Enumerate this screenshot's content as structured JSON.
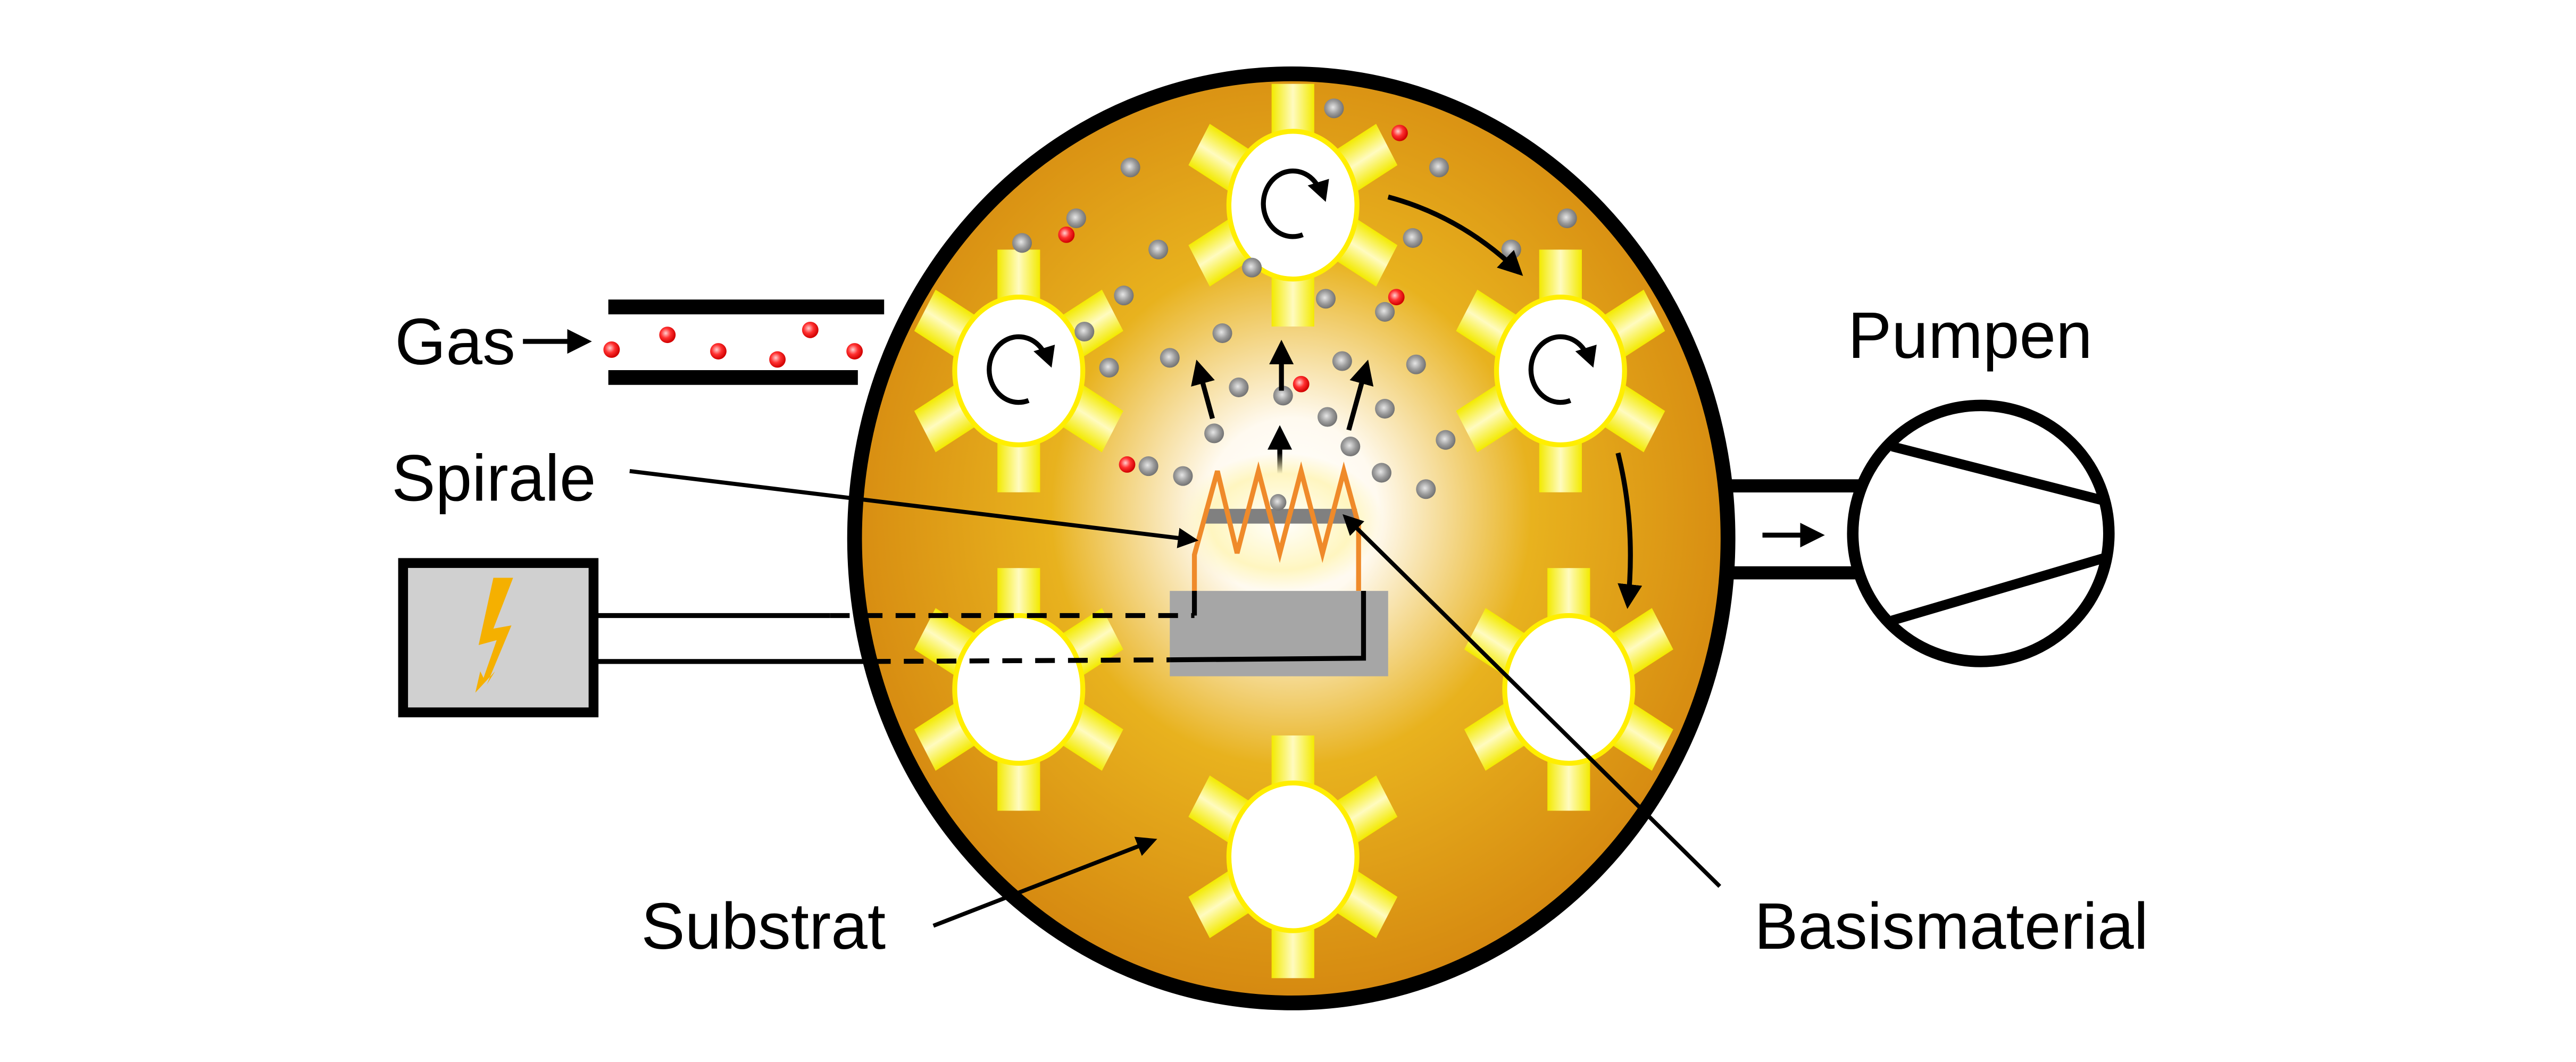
{
  "labels": {
    "gas": "Gas",
    "pumpen": "Pumpen",
    "spirale": "Spirale",
    "substrat": "Substrat",
    "basismaterial": "Basismaterial"
  },
  "colors": {
    "chamber_edge": "#d4850f",
    "chamber_mid": "#e4aa12",
    "chamber_center": "#ffffff",
    "substrate_spoke": "#f5ef1a",
    "gas_particle": "#ff2020",
    "vapor_particle": "#8a8a8a",
    "spiral": "#ef8a2a",
    "power_box": "#d0d0d0",
    "lightning": "#f5b000",
    "base_block": "#a6a6a6"
  },
  "icons": [
    "lightning-icon",
    "rotation-arrow-icon",
    "pump-icon"
  ]
}
